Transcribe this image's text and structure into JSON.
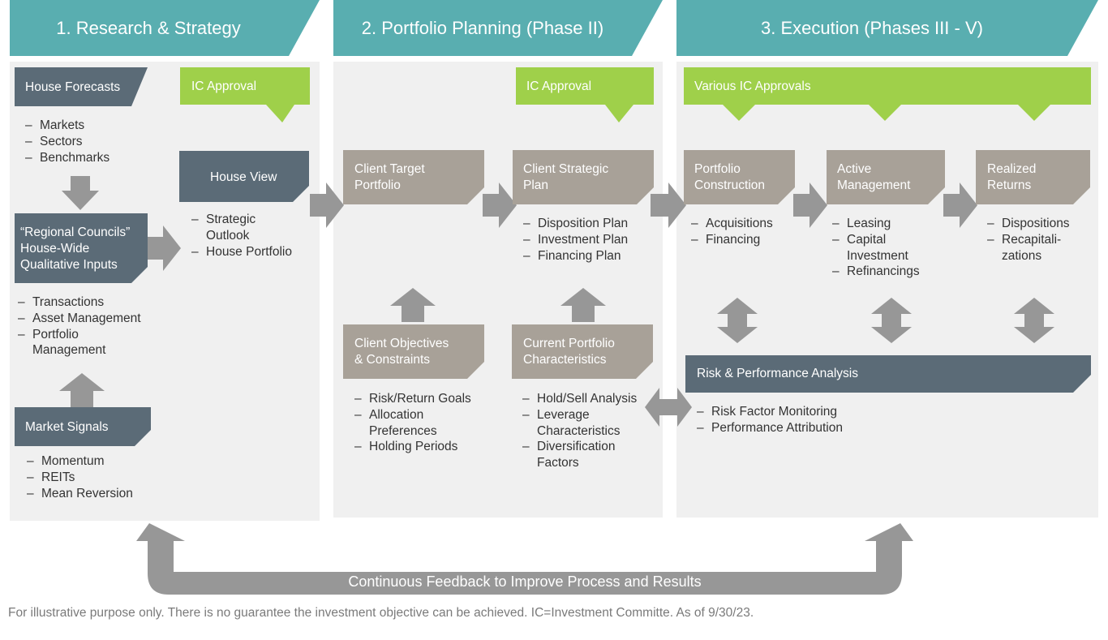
{
  "colors": {
    "teal": "#59aeb0",
    "slate": "#5b6b77",
    "taupe": "#a8a198",
    "green": "#9fd04a",
    "arrow": "#979797",
    "panel": "#f0f0f0"
  },
  "headers": {
    "research": "1. Research & Strategy",
    "planning": "2. Portfolio Planning (Phase II)",
    "execution": "3. Execution (Phases III - V)"
  },
  "research": {
    "house_forecasts": "House Forecasts",
    "house_forecasts_items": [
      "Markets",
      "Sectors",
      "Benchmarks"
    ],
    "regional_councils": [
      "“Regional Councils”",
      "House-Wide",
      "Qualitative Inputs"
    ],
    "regional_items": [
      "Transactions",
      "Asset Management",
      "Portfolio Management"
    ],
    "market_signals": "Market Signals",
    "market_signals_items": [
      "Momentum",
      "REITs",
      "Mean Reversion"
    ],
    "ic_approval": "IC Approval",
    "house_view": "House View",
    "house_view_items": [
      "Strategic Outlook",
      "House Portfolio"
    ]
  },
  "planning": {
    "ic_approval": "IC Approval",
    "client_target": [
      "Client Target",
      "Portfolio"
    ],
    "client_strategic": [
      "Client Strategic",
      "Plan"
    ],
    "strategic_items": [
      "Disposition Plan",
      "Investment Plan",
      "Financing Plan"
    ],
    "client_objectives": [
      "Client Objectives",
      "& Constraints"
    ],
    "objectives_items": [
      "Risk/Return Goals",
      "Allocation Preferences",
      "Holding Periods"
    ],
    "current_portfolio": [
      "Current Portfolio",
      "Characteristics"
    ],
    "current_items": [
      "Hold/Sell Analysis",
      "Leverage Characteristics",
      "Diversification Factors"
    ]
  },
  "execution": {
    "ic_approvals": "Various IC Approvals",
    "portfolio_construction": [
      "Portfolio",
      "Construction"
    ],
    "construction_items": [
      "Acquisitions",
      "Financing"
    ],
    "active_management": [
      "Active",
      "Management"
    ],
    "active_items": [
      "Leasing",
      "Capital Investment",
      "Refinancings"
    ],
    "realized_returns": [
      "Realized",
      "Returns"
    ],
    "realized_items": [
      "Dispositions",
      "Recapitali-zations"
    ],
    "risk_performance": "Risk & Performance Analysis",
    "risk_items": [
      "Risk Factor Monitoring",
      "Performance Attribution"
    ]
  },
  "feedback": "Continuous Feedback to Improve Process and Results",
  "footnote": "For illustrative purpose only. There is no guarantee the investment objective can be achieved. IC=Investment Committe. As of 9/30/23."
}
